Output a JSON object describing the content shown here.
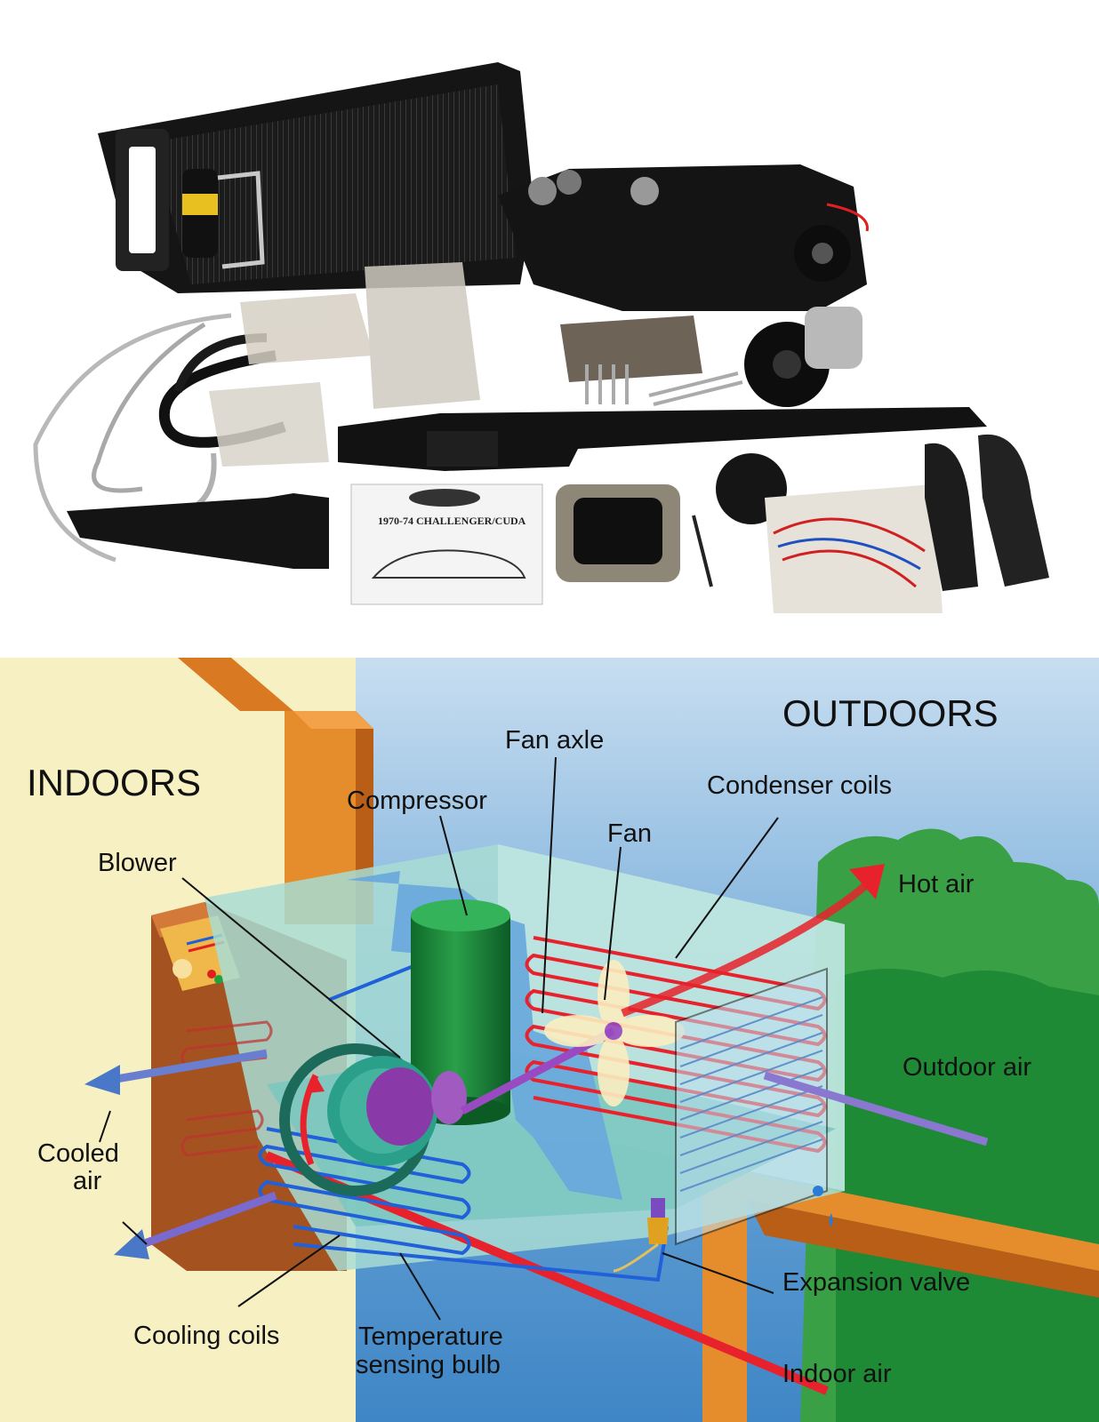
{
  "photo": {
    "manual_title": "1970-74 CHALLENGER/CUDA"
  },
  "diagram": {
    "regions": {
      "indoors": "INDOORS",
      "outdoors": "OUTDOORS"
    },
    "labels": {
      "fan_axle": "Fan axle",
      "compressor": "Compressor",
      "condenser_coils": "Condenser coils",
      "fan": "Fan",
      "blower": "Blower",
      "hot_air": "Hot air",
      "outdoor_air": "Outdoor air",
      "cooled_air_1": "Cooled",
      "cooled_air_2": "air",
      "expansion_valve": "Expansion valve",
      "cooling_coils": "Cooling coils",
      "temp_bulb_1": "Temperature",
      "temp_bulb_2": "sensing bulb",
      "indoor_air": "Indoor air"
    },
    "colors": {
      "indoor_wall": "#f6f0c2",
      "sky": "#7ab3df",
      "frame_orange": "#e08a2a",
      "hot_coil": "#e8222c",
      "cold_coil": "#2060d8",
      "compressor_green": "#1e8a3c",
      "blower_purple": "#8a3aa8",
      "unit_glass": "#a8dcd4",
      "tree_green": "#2f9a3a"
    }
  }
}
